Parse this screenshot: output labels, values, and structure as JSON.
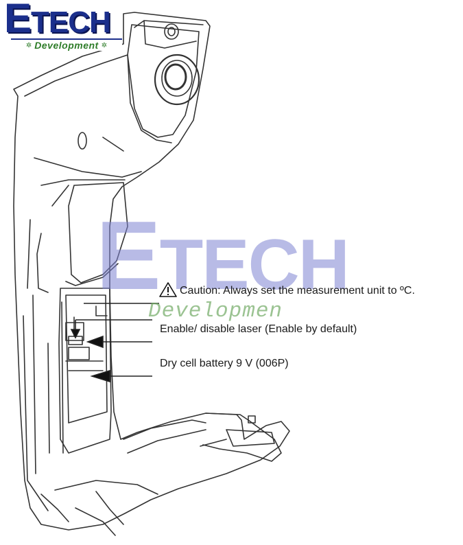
{
  "logo": {
    "main": "ETECH",
    "main_first": "E",
    "main_rest": "TECH",
    "sub": "Development"
  },
  "watermark": {
    "main_first": "E",
    "main_rest": "TECH",
    "sub": "Developmen"
  },
  "callouts": [
    {
      "id": "caution",
      "text": "Caution: Always set the measurement unit to ºC.",
      "icon": "warning-triangle-icon"
    },
    {
      "id": "laser",
      "text": "Enable/ disable laser (Enable by default)"
    },
    {
      "id": "battery",
      "text": "Dry cell battery 9 V (006P)"
    }
  ],
  "colors": {
    "logo_blue": "#1b2f8c",
    "logo_green": "#2f7d2a",
    "line": "#333333"
  }
}
